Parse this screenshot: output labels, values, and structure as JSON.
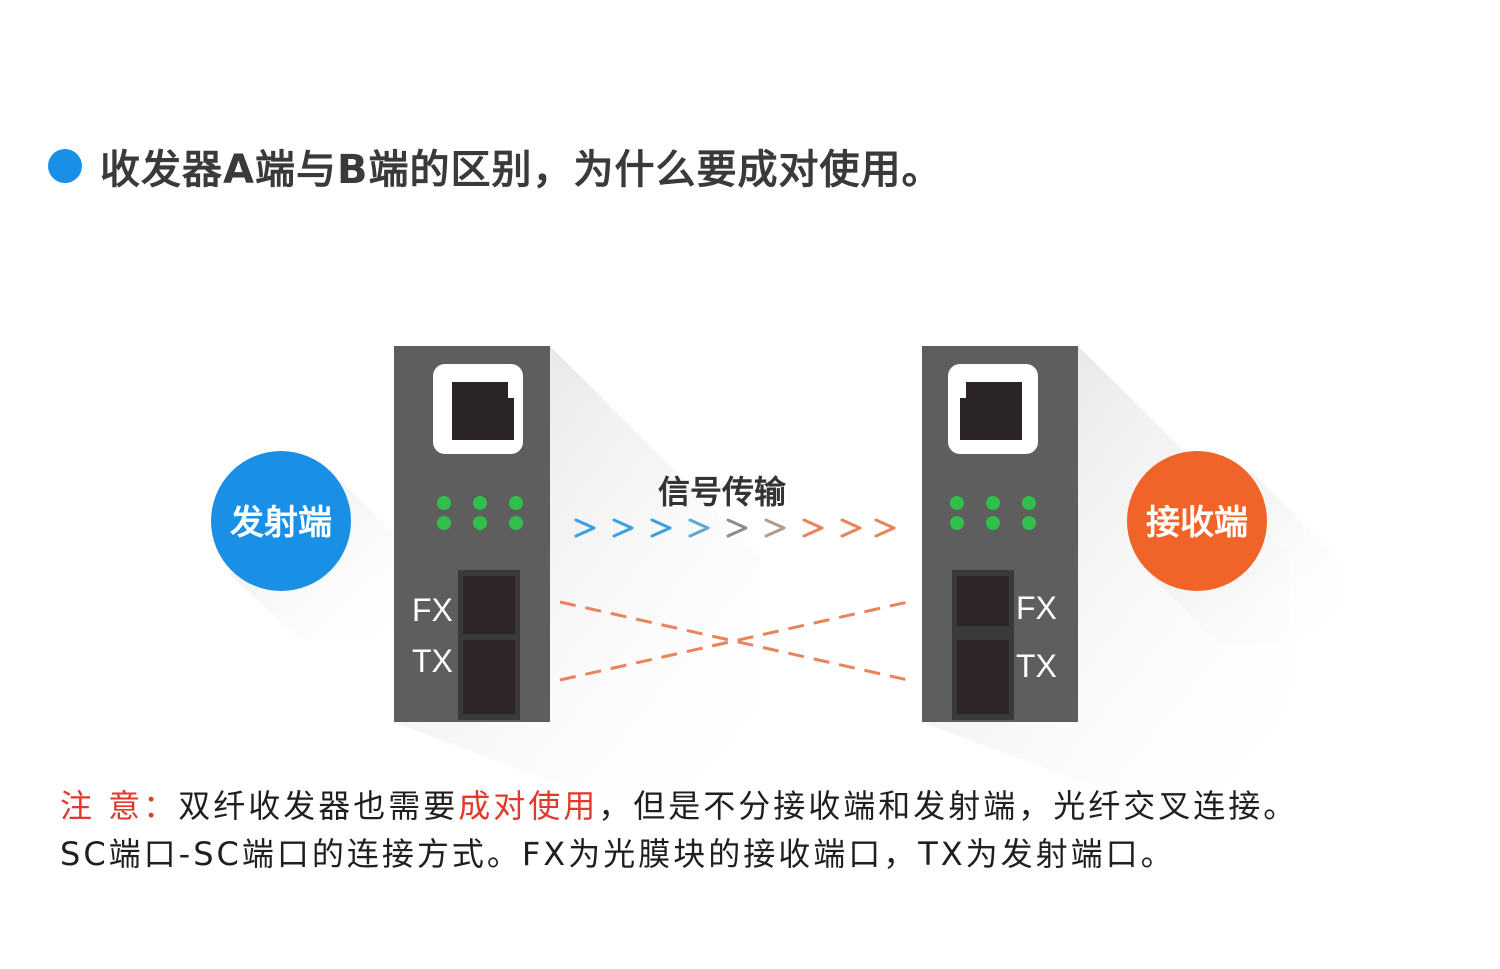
{
  "title": {
    "text": "收发器A端与B端的区别，为什么要成对使用。"
  },
  "diagram": {
    "left_badge": {
      "label": "发射端"
    },
    "right_badge": {
      "label": "接收端"
    },
    "signal_label": "信号传输",
    "left_device": {
      "port_top": "FX",
      "port_bottom": "TX"
    },
    "right_device": {
      "port_top": "FX",
      "port_bottom": "TX"
    }
  },
  "note": {
    "prefix": "注 意：",
    "line1_a": "双纤收发器也需要",
    "line1_red": "成对使用",
    "line1_b": "，但是不分接收端和发射端，光纤交叉连接。",
    "line2": "SC端口-SC端口的连接方式。FX为光膜块的接收端口，TX为发射端口。"
  },
  "colors": {
    "accent_blue": "#1a8fe6",
    "accent_orange": "#f0642a",
    "device_gray": "#5e5e5e",
    "led_green": "#2fbf4a",
    "note_red": "#e03a2c",
    "fiber_orange": "#e9835a"
  }
}
